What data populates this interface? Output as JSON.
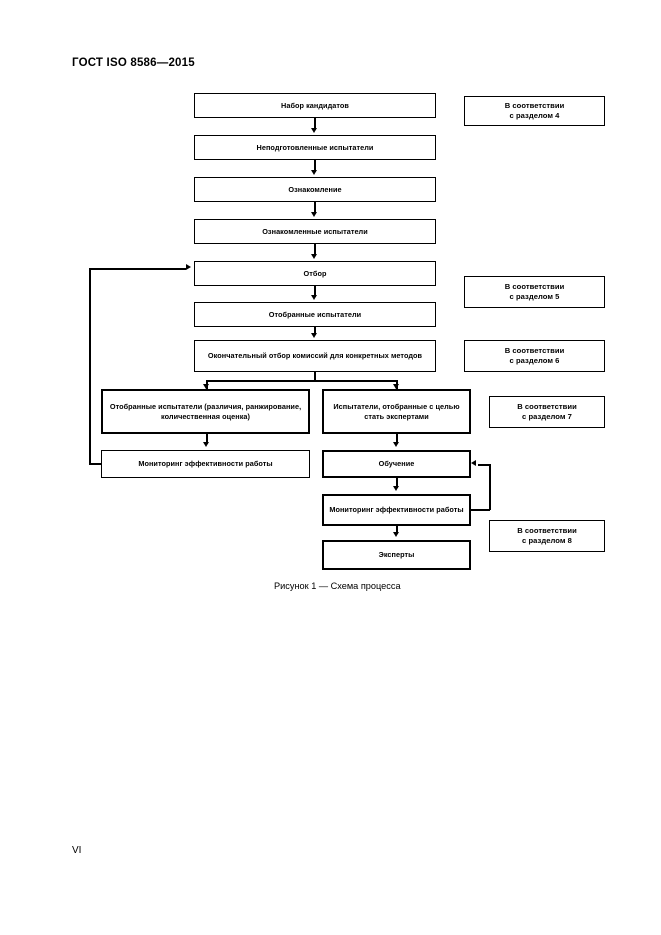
{
  "page": {
    "header": "ГОСТ ISO 8586—2015",
    "folio": "VI"
  },
  "figure": {
    "caption": "Рисунок 1 — Схема процесса",
    "flow_boxes": [
      {
        "id": "recruitment",
        "label": "Набор кандидатов"
      },
      {
        "id": "untrained",
        "label": "Неподготовленные испытатели"
      },
      {
        "id": "familiarization",
        "label": "Ознакомление"
      },
      {
        "id": "familiarized",
        "label": "Ознакомленные испытатели"
      },
      {
        "id": "selection",
        "label": "Отбор"
      },
      {
        "id": "selected",
        "label": "Отобранные испытатели"
      },
      {
        "id": "final-selection",
        "label": "Окончательный отбор комиссий для конкретных методов"
      },
      {
        "id": "selected-detail",
        "label": "Отобранные испытатели (различия, ранжирование, количественная оценка)"
      },
      {
        "id": "for-experts",
        "label": "Испытатели, отобранные с целью стать экспертами"
      },
      {
        "id": "monitoring-left",
        "label": "Мониторинг эффективности работы"
      },
      {
        "id": "training",
        "label": "Обучение"
      },
      {
        "id": "monitoring-right",
        "label": "Мониторинг эффективности работы"
      },
      {
        "id": "experts",
        "label": "Эксперты"
      }
    ],
    "reference_boxes": [
      {
        "id": "ref-4",
        "line1": "В соответствии",
        "line2": "с разделом 4"
      },
      {
        "id": "ref-5",
        "line1": "В соответствии",
        "line2": "с разделом 5"
      },
      {
        "id": "ref-6",
        "line1": "В соответствии",
        "line2": "с разделом 6"
      },
      {
        "id": "ref-7",
        "line1": "В соответствии",
        "line2": "с разделом 7"
      },
      {
        "id": "ref-8",
        "line1": "В соответствии",
        "line2": "с разделом 8"
      }
    ]
  },
  "colors": {
    "ink": "#000000",
    "paper": "#ffffff"
  }
}
